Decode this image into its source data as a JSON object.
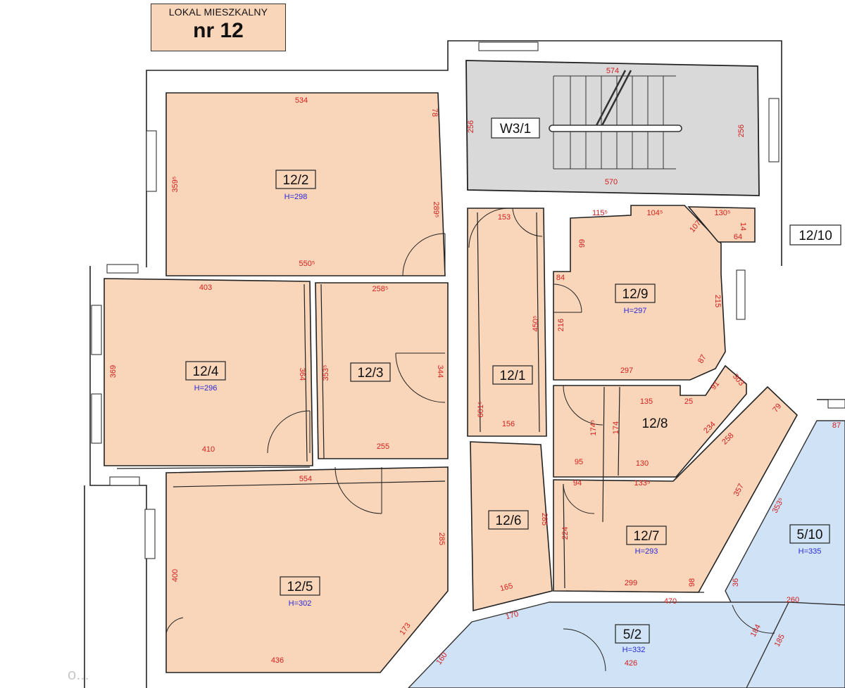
{
  "header": {
    "line1": "LOKAL MIESZKALNY",
    "line2": "nr 12"
  },
  "watermark": "o...",
  "colors": {
    "apartment_fill": "#f9d5b9",
    "stair_fill": "#d9d9d9",
    "neighbor_fill": "#cfe2f6",
    "dimension_text": "#d21f1f",
    "height_text": "#2a2ad8"
  },
  "rooms": [
    {
      "label": "12/2",
      "height": "H=298"
    },
    {
      "label": "12/4",
      "height": "H=296"
    },
    {
      "label": "12/3"
    },
    {
      "label": "12/1"
    },
    {
      "label": "12/9",
      "height": "H=297"
    },
    {
      "label": "12/8"
    },
    {
      "label": "12/6"
    },
    {
      "label": "12/7",
      "height": "H=293"
    },
    {
      "label": "12/5",
      "height": "H=302"
    },
    {
      "label": "W3/1"
    },
    {
      "label": "12/10"
    },
    {
      "label": "5/10",
      "height": "H=335"
    },
    {
      "label": "5/2",
      "height": "H=332"
    }
  ],
  "dimensions": {
    "d534": "534",
    "d78": "78",
    "d359": "359⁵",
    "d289": "289⁵",
    "d550": "550⁵",
    "d574": "574",
    "d256a": "256",
    "d256b": "256",
    "d570": "570",
    "d403": "403",
    "d369": "369",
    "d364": "364",
    "d410": "410",
    "d258": "258⁵",
    "d353": "353⁵",
    "d344": "344",
    "d255": "255",
    "d153": "153",
    "d450": "450⁵",
    "d601": "601⁵",
    "d156": "156",
    "d115": "115⁵",
    "d104": "104⁵",
    "d107": "107",
    "d130": "130⁵",
    "d64": "64",
    "d14": "14",
    "d99": "99",
    "d84": "84",
    "d216": "216",
    "d215": "215",
    "d297": "297",
    "d87": "87",
    "d135": "135",
    "d25": "25",
    "d91": "91",
    "d303": "303",
    "d174a": "174⁵",
    "d174b": "174",
    "d234": "234",
    "d258b": "258",
    "d79": "79",
    "d95": "95",
    "d130b": "130",
    "d94": "94",
    "d133": "133⁵",
    "d357": "357",
    "d224": "224",
    "d285": "285",
    "d165": "165",
    "d299": "299",
    "d98": "98",
    "d554": "554",
    "d285b": "285",
    "d400": "400",
    "d173": "173",
    "d436": "436",
    "d470": "470",
    "d170": "170",
    "d160": "160",
    "d426": "426",
    "d184": "184",
    "d185": "185",
    "d353b": "353⁵",
    "d87b": "87",
    "d260": "260",
    "d36": "36"
  }
}
